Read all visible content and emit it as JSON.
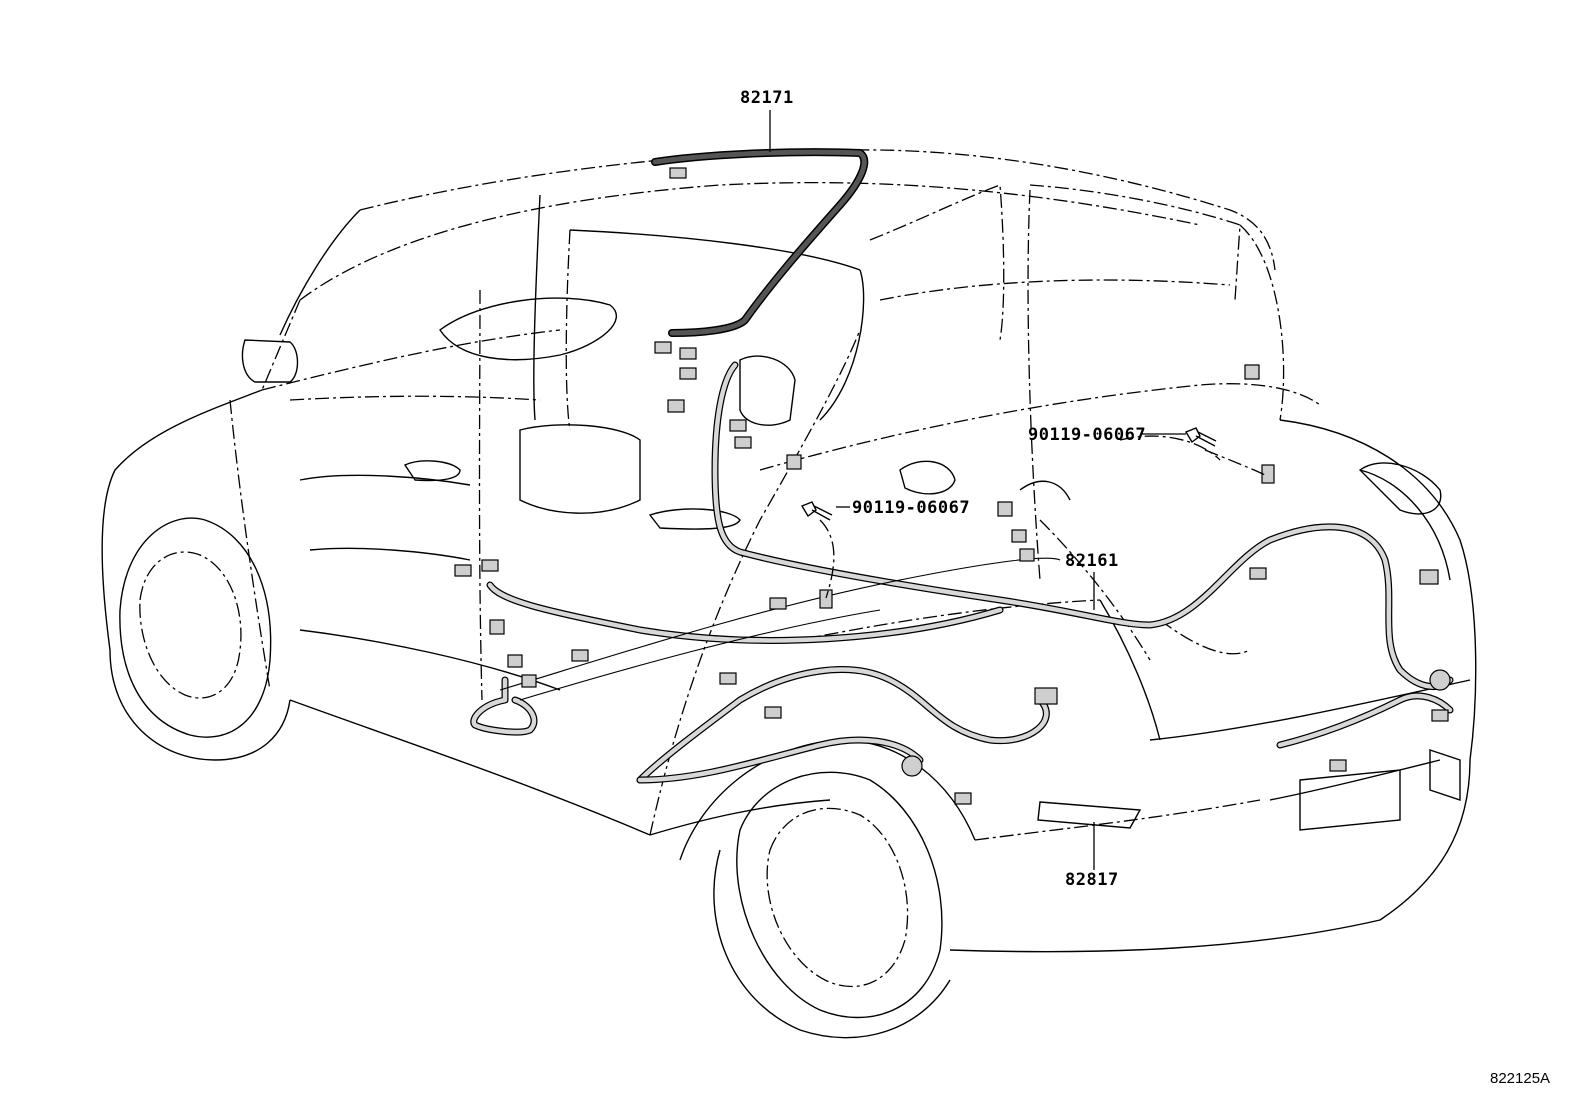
{
  "parts": {
    "roof_harness": "82171",
    "floor_harness": "82161",
    "bolt_upper": "90119-06067",
    "bolt_lower": "90119-06067",
    "label_plate": "82817"
  },
  "figure_code": "822125A"
}
